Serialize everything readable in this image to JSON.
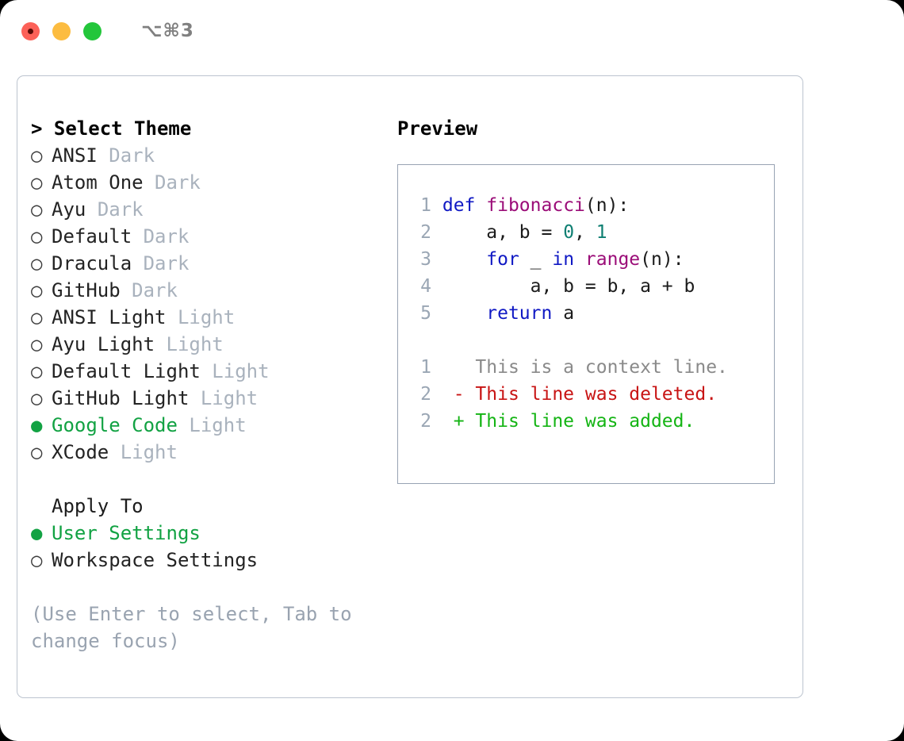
{
  "titlebar": {
    "shortcut": "⌥⌘3",
    "lights": [
      "close",
      "minimize",
      "zoom"
    ]
  },
  "theme_panel": {
    "heading_caret": "> ",
    "heading": "Select Theme",
    "marker_selected": "●",
    "marker_unselected": "○",
    "items": [
      {
        "name": "ANSI",
        "tag": "Dark",
        "selected": false
      },
      {
        "name": "Atom One",
        "tag": "Dark",
        "selected": false
      },
      {
        "name": "Ayu",
        "tag": "Dark",
        "selected": false
      },
      {
        "name": "Default",
        "tag": "Dark",
        "selected": false
      },
      {
        "name": "Dracula",
        "tag": "Dark",
        "selected": false
      },
      {
        "name": "GitHub",
        "tag": "Dark",
        "selected": false
      },
      {
        "name": "ANSI Light",
        "tag": "Light",
        "selected": false
      },
      {
        "name": "Ayu Light",
        "tag": "Light",
        "selected": false
      },
      {
        "name": "Default Light",
        "tag": "Light",
        "selected": false
      },
      {
        "name": "GitHub Light",
        "tag": "Light",
        "selected": false
      },
      {
        "name": "Google Code",
        "tag": "Light",
        "selected": true
      },
      {
        "name": "XCode",
        "tag": "Light",
        "selected": false
      }
    ]
  },
  "apply_to": {
    "label": "Apply To",
    "items": [
      {
        "name": "User Settings",
        "selected": true
      },
      {
        "name": "Workspace Settings",
        "selected": false
      }
    ]
  },
  "hint": {
    "line1": "(Use Enter to select, Tab to",
    "line2": "change focus)"
  },
  "preview": {
    "title": "Preview",
    "code_lines": [
      {
        "no": "1",
        "tokens": [
          {
            "t": "def",
            "c": "kw"
          },
          {
            "t": " ",
            "c": "plain"
          },
          {
            "t": "fibonacci",
            "c": "fn"
          },
          {
            "t": "(n):",
            "c": "plain"
          }
        ]
      },
      {
        "no": "2",
        "tokens": [
          {
            "t": "    a, b = ",
            "c": "plain"
          },
          {
            "t": "0",
            "c": "num"
          },
          {
            "t": ", ",
            "c": "plain"
          },
          {
            "t": "1",
            "c": "num"
          }
        ]
      },
      {
        "no": "3",
        "tokens": [
          {
            "t": "    ",
            "c": "plain"
          },
          {
            "t": "for",
            "c": "kw"
          },
          {
            "t": " _ ",
            "c": "plain"
          },
          {
            "t": "in",
            "c": "kw"
          },
          {
            "t": " ",
            "c": "plain"
          },
          {
            "t": "range",
            "c": "fn"
          },
          {
            "t": "(n):",
            "c": "plain"
          }
        ]
      },
      {
        "no": "4",
        "tokens": [
          {
            "t": "        a, b = b, a + b",
            "c": "plain"
          }
        ]
      },
      {
        "no": "5",
        "tokens": [
          {
            "t": "    ",
            "c": "plain"
          },
          {
            "t": "return",
            "c": "kw"
          },
          {
            "t": " a",
            "c": "plain"
          }
        ]
      }
    ],
    "diff_lines": [
      {
        "no": "1",
        "marker": " ",
        "text": " This is a context line.",
        "kind": "ctx"
      },
      {
        "no": "2",
        "marker": "-",
        "text": " This line was deleted.",
        "kind": "del"
      },
      {
        "no": "2",
        "marker": "+",
        "text": " This line was added.",
        "kind": "add"
      }
    ]
  },
  "colors": {
    "accent_green": "#12a243",
    "muted": "#a9b2bd",
    "hint": "#99a3b0",
    "keyword": "#1019c4",
    "function": "#9b0d78",
    "number": "#0e7f72",
    "diff_add": "#14b414",
    "diff_del": "#c81414",
    "diff_ctx": "#8a8a8a",
    "border_outer": "#bcc4cf",
    "border_preview": "#98a3b3",
    "lineno": "#9aa6b4"
  }
}
